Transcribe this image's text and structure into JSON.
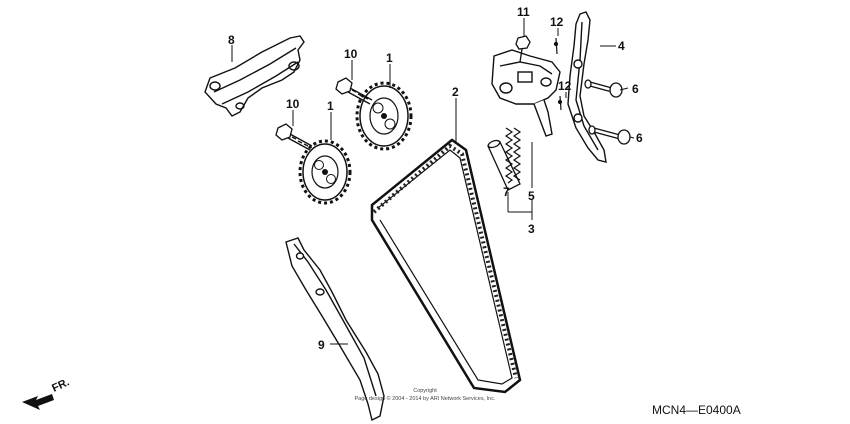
{
  "diagram": {
    "reference_code": "MCN4—E0400A",
    "copyright_line1": "Copyright",
    "copyright_line2": "Page design © 2004 - 2014 by ARI Network Services, Inc.",
    "direction_label": "FR.",
    "callouts": [
      "1",
      "1",
      "2",
      "3",
      "4",
      "5",
      "6",
      "6",
      "7",
      "8",
      "9",
      "10",
      "10",
      "11",
      "12",
      "12"
    ]
  }
}
